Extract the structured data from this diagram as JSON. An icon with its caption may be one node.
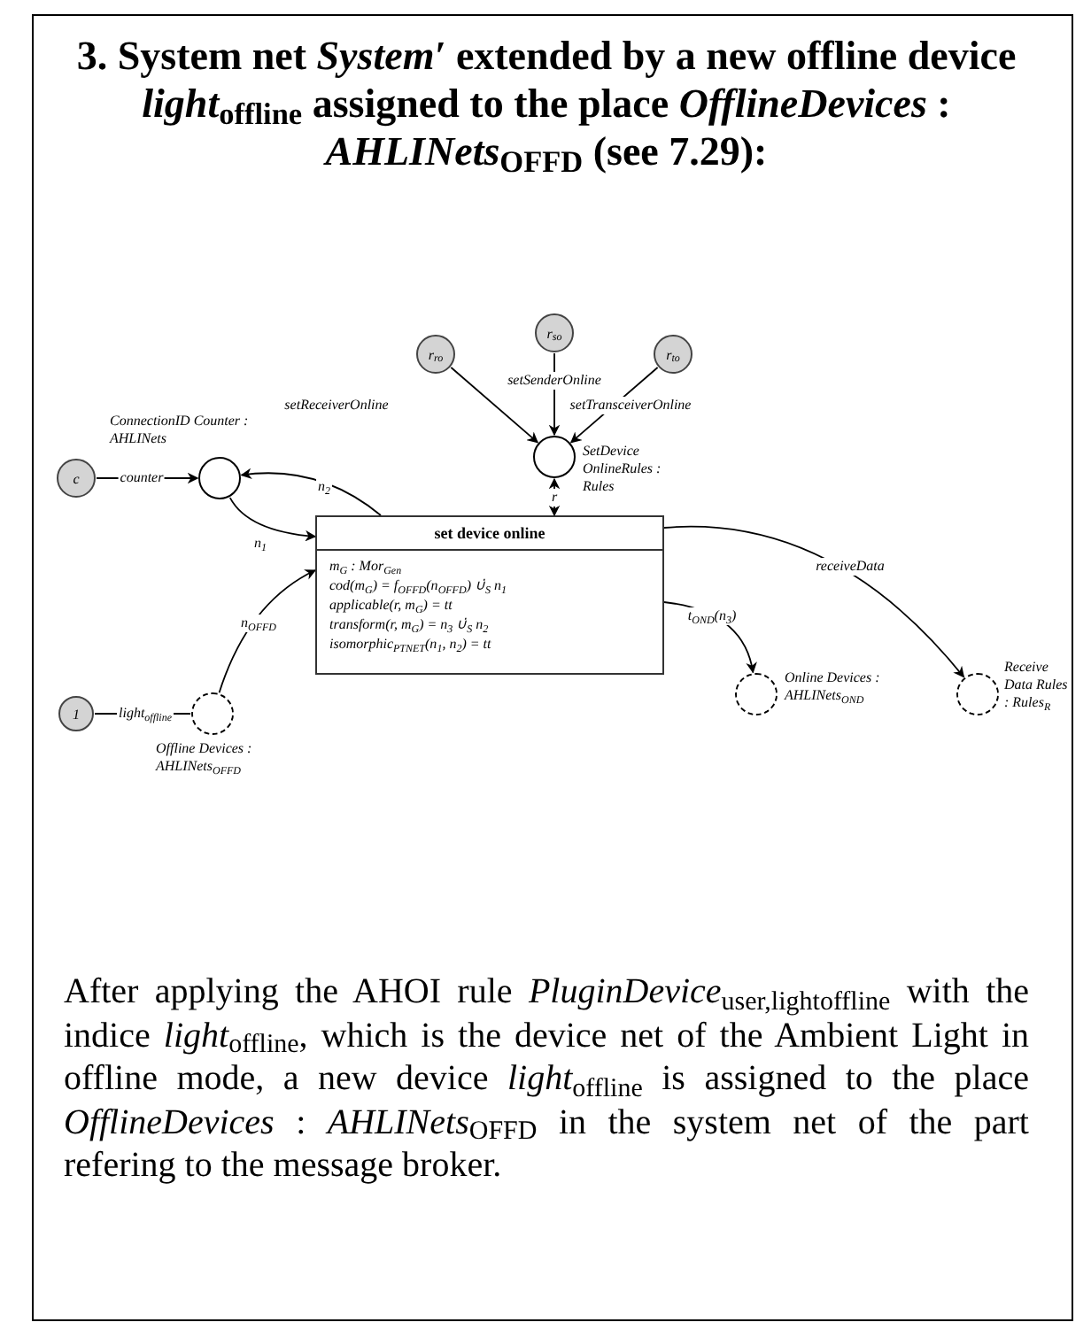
{
  "diagram": {
    "title": "3. System net *System′* extended by a new offline device *light*$_{offline}$ assigned to the place *OfflineDevices* : *AHLINets*$_{OFFD}$ (see 7.29):",
    "caption": "After applying the AHOI rule *PluginDevice*$_{user,light}$$_{offline}$ with the indice *light*$_{offline}$, which is the device net of the Ambient Light in offline mode, a new device *light*$_{offline}$ is assigned to the place *OfflineDevices* : *AHLINets*$_{OFFD}$ in the system net of the part refering to the message broker.",
    "nodes": [
      {
        "text": [
          "r$_{ro}$"
        ]
      },
      {
        "text": [
          "r$_{so}$"
        ]
      },
      {
        "text": [
          "r$_{to}$"
        ]
      },
      {
        "text": [],
        "shape": "circle",
        "beside": [
          "SetDevice OnlineRules : Rules"
        ]
      },
      {
        "text": [
          "c"
        ]
      },
      {
        "text": [],
        "shape": "circle",
        "beside": [
          "ConnectionID Counter : AHLINets"
        ]
      },
      {
        "text": [
          "set device online",
          "m$_{G}$ : Mor$_{Gen}$",
          "cod(m$_{G}$) = f$_{OFFD}$(n$_{OFFD}$) ∪̇$_{S}$ n$_{1}$",
          "applicable(r, m$_{G}$) = tt",
          "transform(r, m$_{G}$) = n$_{3}$ ∪̇$_{S}$ n$_{2}$",
          "isomorphic$_{PTNET}$(n$_{1}$, n$_{2}$) = tt"
        ]
      },
      {
        "text": [
          "1"
        ]
      },
      {
        "text": [],
        "shape": "circle",
        "beside": [
          "Offline Devices : AHLINets$_{OFFD}$"
        ]
      },
      {
        "text": [],
        "shape": "circle",
        "beside": [
          "Online Devices : AHLINets$_{OND}$"
        ]
      },
      {
        "text": [],
        "shape": "circle",
        "beside": [
          "Receive Data Rules : Rules$_{R}$"
        ]
      }
    ],
    "edges": [
      {
        "from": 0,
        "to": 3,
        "arrow": "to",
        "label": "setReceiverOnline"
      },
      {
        "from": 1,
        "to": 3,
        "arrow": "to",
        "label": "setSenderOnline"
      },
      {
        "from": 2,
        "to": 3,
        "arrow": "to",
        "label": "setTransceiverOnline"
      },
      {
        "from": 3,
        "to": 6,
        "arrow": "both",
        "label": "r"
      },
      {
        "from": 4,
        "to": 5,
        "arrow": "to",
        "label": "counter"
      },
      {
        "from": 6,
        "to": 5,
        "arrow": "to",
        "label": "n$_{2}$"
      },
      {
        "from": 5,
        "to": 6,
        "arrow": "to",
        "label": "n$_{1}$"
      },
      {
        "from": 8,
        "to": 6,
        "arrow": "to",
        "label": "n$_{OFFD}$"
      },
      {
        "from": 7,
        "to": 8,
        "arrow": "none",
        "label": "light$_{offline}$"
      },
      {
        "from": 6,
        "to": 9,
        "arrow": "to",
        "label": "t$_{OND}$(n$_{3}$)"
      },
      {
        "from": 6,
        "to": 10,
        "arrow": "to",
        "label": "receiveData"
      }
    ]
  }
}
